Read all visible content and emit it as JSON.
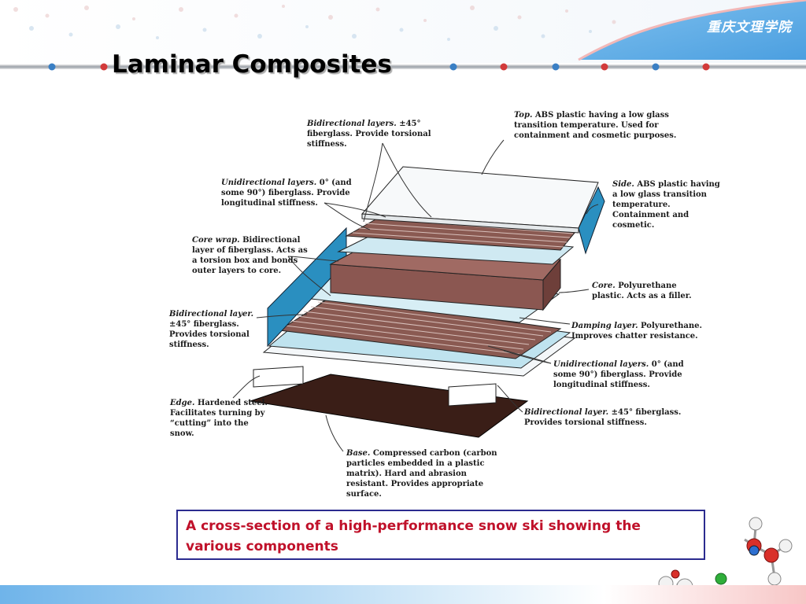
{
  "header": {
    "school_name": "重庆文理学院",
    "title": "Laminar Composites"
  },
  "diagram": {
    "labels": {
      "top": {
        "name": "Top.",
        "text": "ABS plastic having a low glass transition temperature. Used for containment and cosmetic purposes."
      },
      "bidir_top": {
        "name": "Bidirectional layers.",
        "text": "±45° fiberglass. Provide torsional stiffness."
      },
      "unidir_top": {
        "name": "Unidirectional layers.",
        "text": "0° (and some 90°) fiberglass. Provide longitudinal stiffness."
      },
      "core_wrap": {
        "name": "Core wrap.",
        "text": "Bidirectional layer of fiberglass. Acts as a torsion box and bonds outer layers to core."
      },
      "bidir_left": {
        "name": "Bidirectional layer.",
        "text": "±45° fiberglass. Provides torsional stiffness."
      },
      "edge": {
        "name": "Edge.",
        "text": "Hardened steel. Facilitates turning by “cutting” into the snow."
      },
      "base": {
        "name": "Base.",
        "text": "Compressed carbon (carbon particles embedded in a plastic matrix). Hard and abrasion resistant. Provides appropriate surface."
      },
      "side": {
        "name": "Side.",
        "text": "ABS plastic having a low glass transition temperature. Containment and cosmetic."
      },
      "core": {
        "name": "Core.",
        "text": "Polyurethane plastic. Acts as a filler."
      },
      "damping": {
        "name": "Damping layer.",
        "text": "Polyurethane. Improves chatter resistance."
      },
      "unidir_bottom": {
        "name": "Unidirectional layers.",
        "text": "0° (and some 90°) fiberglass. Provide longitudinal  stiffness."
      },
      "bidir_bottom": {
        "name": "Bidirectional layer.",
        "text": "±45° fiberglass. Provides torsional stiffness."
      }
    }
  },
  "caption": {
    "text": "A cross-section of a high-performance snow ski showing the various components"
  },
  "colors": {
    "accent_blue": "#5aa9e6",
    "caption_red": "#c0112a",
    "caption_border": "#2b2b8f",
    "side_blue": "#2a8fc0",
    "layer_brown": "#8a5a52"
  }
}
